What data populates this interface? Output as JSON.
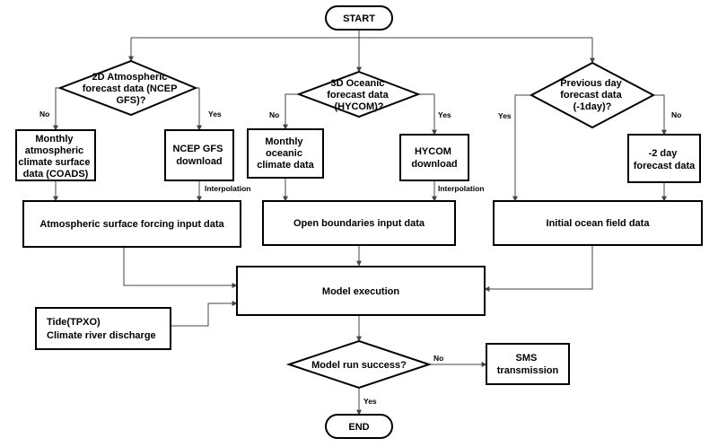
{
  "nodes": {
    "start": "START",
    "atm_decision": [
      "2D Atmospheric",
      "forecast data  (NCEP",
      "GFS)?"
    ],
    "ocean_decision": [
      "3D Oceanic",
      "forecast data",
      "(HYCOM)?"
    ],
    "prev_decision": [
      "Previous day",
      "forecast data",
      "(-1day)?"
    ],
    "atm_climate": [
      "Monthly",
      "atmospheric",
      "climate surface",
      "data (COADS)"
    ],
    "ncep_download": [
      "NCEP GFS",
      "download"
    ],
    "ocean_climate": [
      "Monthly",
      "oceanic",
      "climate data"
    ],
    "hycom_download": [
      "HYCOM",
      "download"
    ],
    "minus2day": [
      "-2 day",
      "forecast data"
    ],
    "atm_input": "Atmospheric surface forcing input data",
    "open_boundaries": "Open boundaries input data",
    "initial_field": "Initial ocean field data",
    "model_execution": "Model execution",
    "tide": [
      "Tide(TPXO)",
      "Climate river discharge"
    ],
    "run_success": "Model run success?",
    "sms": [
      "SMS",
      "transmission"
    ],
    "end": "END"
  },
  "edge_labels": {
    "atm_no": "No",
    "atm_yes": "Yes",
    "ocean_no": "No",
    "ocean_yes": "Yes",
    "prev_yes": "Yes",
    "prev_no": "No",
    "interp_atm": "Interpolation",
    "interp_ocean": "Interpolation",
    "run_no": "No",
    "run_yes": "Yes"
  }
}
